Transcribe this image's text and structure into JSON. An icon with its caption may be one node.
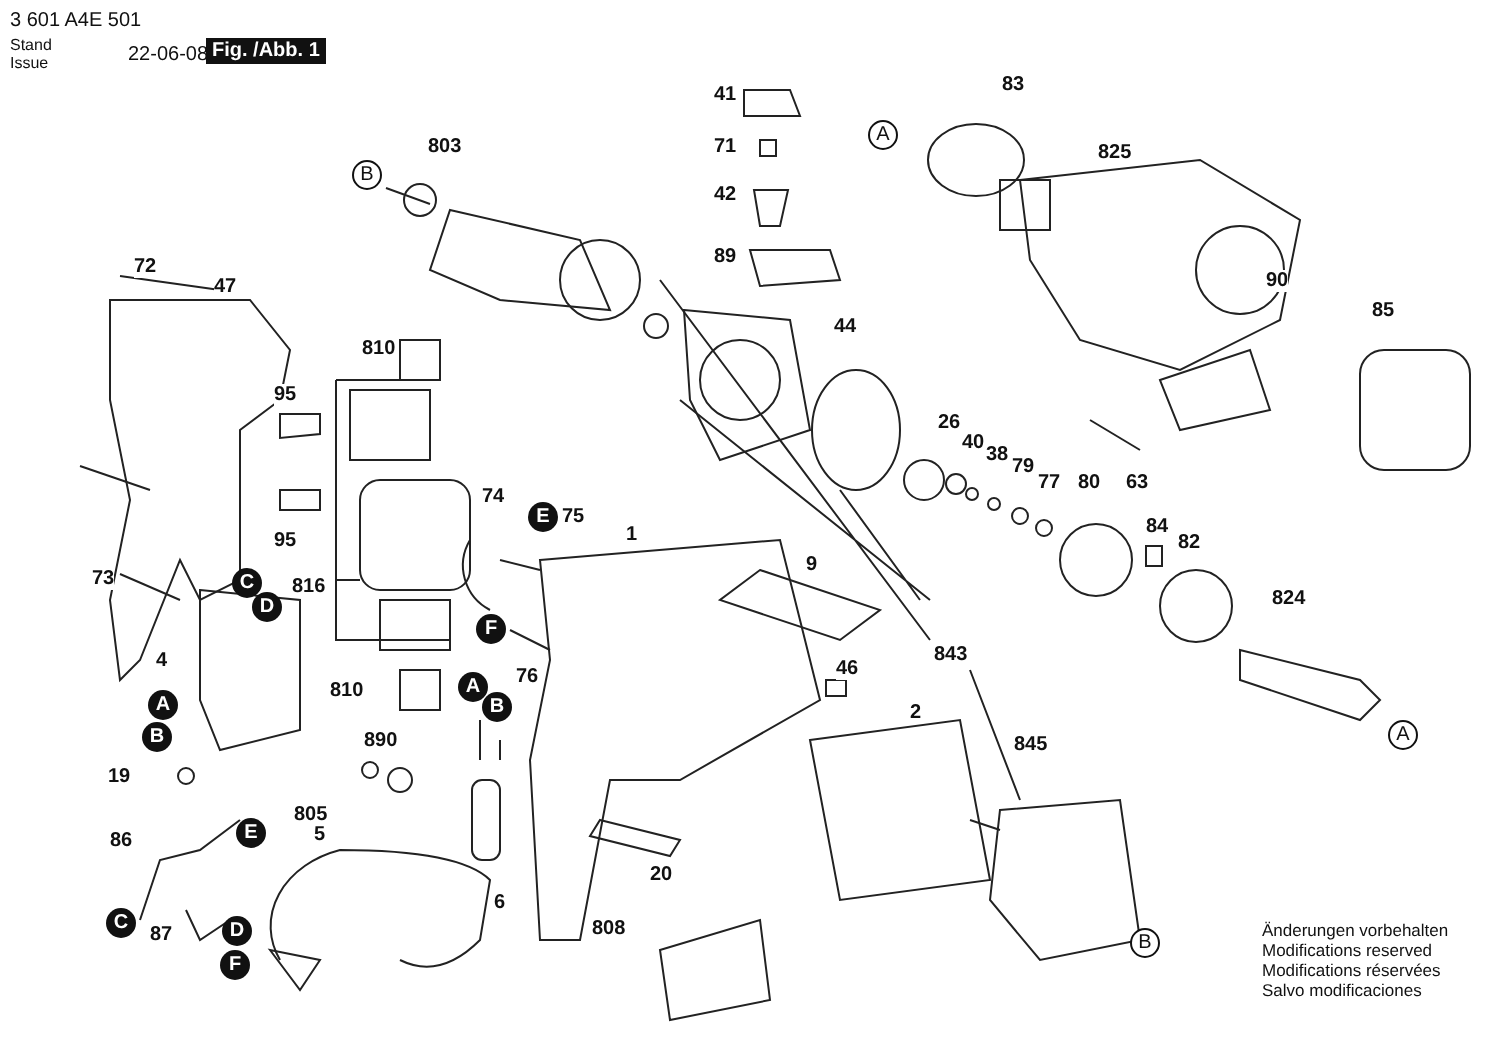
{
  "diagram": {
    "labels": [
      "3 601 A4E 501",
      "Stand",
      "Issue",
      "22-06-08",
      "Fig. /Abb. 1",
      "41",
      "83",
      "A",
      "803",
      "825",
      "B",
      "71",
      "42",
      "72",
      "47",
      "89",
      "90",
      "85",
      "44",
      "810",
      "95",
      "26",
      "40",
      "38",
      "79",
      "77",
      "80",
      "63",
      "74",
      "E",
      "75",
      "95",
      "73",
      "1",
      "9",
      "84",
      "82",
      "C",
      "816",
      "D",
      "824",
      "4",
      "F",
      "46",
      "843",
      "76",
      "A",
      "810",
      "A",
      "B",
      "2",
      "B",
      "A",
      "890",
      "19",
      "845",
      "805",
      "E",
      "5",
      "6",
      "20",
      "86",
      "C",
      "87",
      "D",
      "B",
      "808",
      "F",
      "Änderungen vorbehalten",
      "Modifications reserved",
      "Modifications réservées",
      "Salvo modificaciones"
    ]
  }
}
